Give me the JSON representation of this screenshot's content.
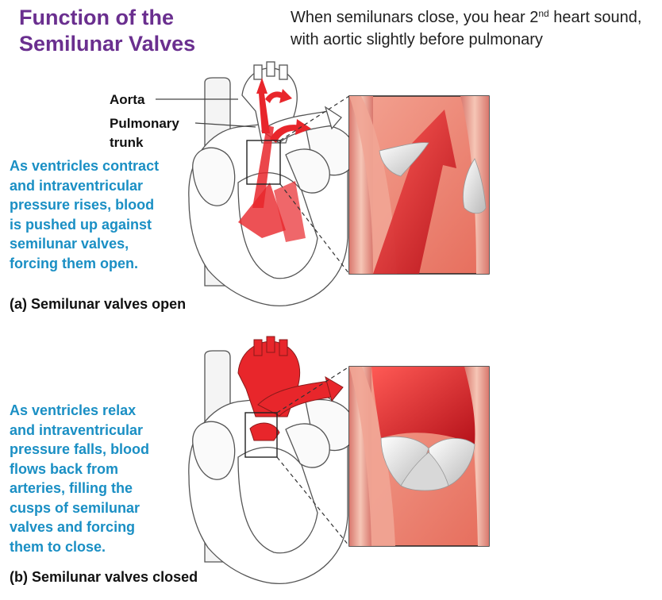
{
  "title": {
    "line1": "Function of the",
    "line2": "Semilunar Valves"
  },
  "subtitle": {
    "part1": "When semilunars close, you hear 2",
    "superscript": "nd",
    "part2": " heart sound, with aortic slightly before pulmonary"
  },
  "panel_a": {
    "label_aorta": "Aorta",
    "label_pulmonary_1": "Pulmonary",
    "label_pulmonary_2": "trunk",
    "description": [
      "As ventricles contract",
      "and intraventricular",
      "pressure rises, blood",
      "is pushed up against",
      "semilunar valves,",
      "forcing them open."
    ],
    "caption": "(a) Semilunar valves open"
  },
  "panel_b": {
    "description": [
      "As ventricles relax",
      "and intraventricular",
      "pressure falls, blood",
      "flows back from",
      "arteries, filling the",
      "cusps of semilunar",
      "valves and forcing",
      "them to close."
    ],
    "caption": "(b) Semilunar valves closed"
  },
  "colors": {
    "title": "#6a2f8f",
    "description": "#1a8fc4",
    "blood": "#e8262b",
    "vessel_wall": "#f2b7a8"
  }
}
